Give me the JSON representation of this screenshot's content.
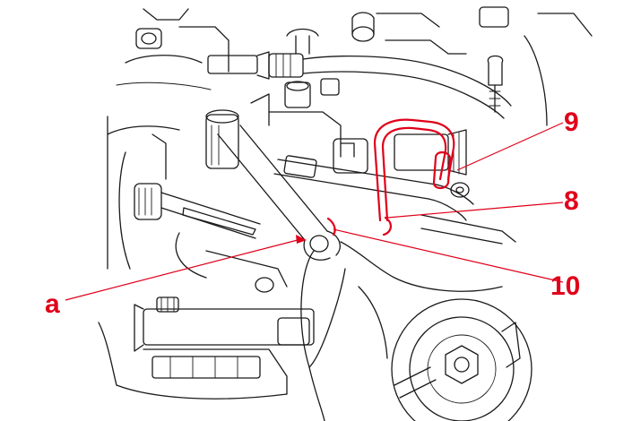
{
  "callouts": [
    {
      "id": "label-9",
      "text": "9"
    },
    {
      "id": "label-8",
      "text": "8"
    },
    {
      "id": "label-10",
      "text": "10"
    },
    {
      "id": "label-a",
      "text": "a"
    }
  ],
  "colors": {
    "line_art": "#1a1a1a",
    "highlight": "#e0001a",
    "background": "#ffffff"
  }
}
